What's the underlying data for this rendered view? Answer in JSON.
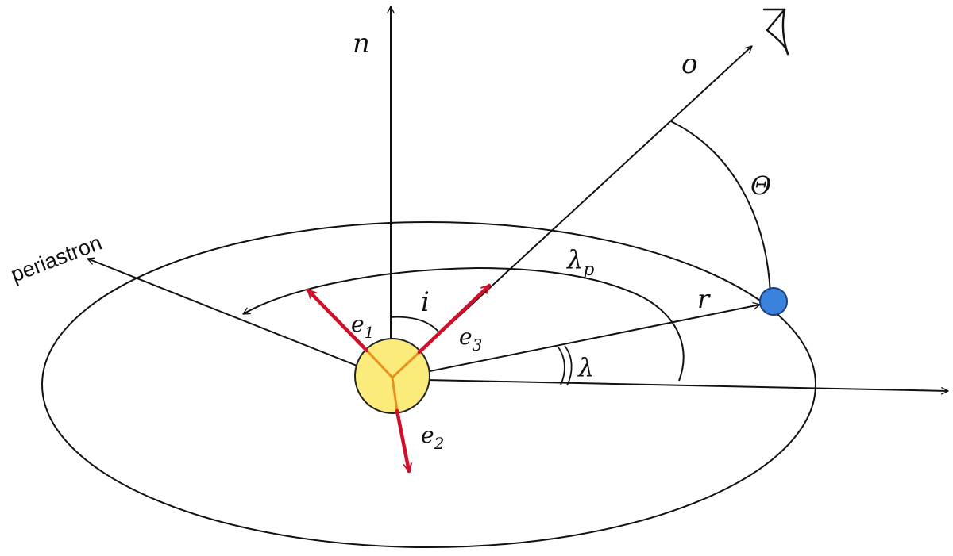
{
  "labels": {
    "normal": "n",
    "observer": "o",
    "theta": "Θ",
    "periastron": "periastron",
    "lambda_p_base": "λ",
    "lambda_p_sub": "p",
    "radius": "r",
    "inclination": "i",
    "lambda": "λ",
    "e1_base": "e",
    "e1_sub": "1",
    "e2_base": "e",
    "e2_sub": "2",
    "e3_base": "e",
    "e3_sub": "3"
  },
  "colors": {
    "basis_vectors": "#d0102a",
    "star_fill": "#fbeb7a",
    "star_outline": "#222222",
    "planet_fill": "#3b82dc",
    "planet_outline": "#1a3f7a",
    "line": "#111111",
    "inner_stub": "#e8901c"
  },
  "icons": {
    "observer": "eye-icon"
  }
}
